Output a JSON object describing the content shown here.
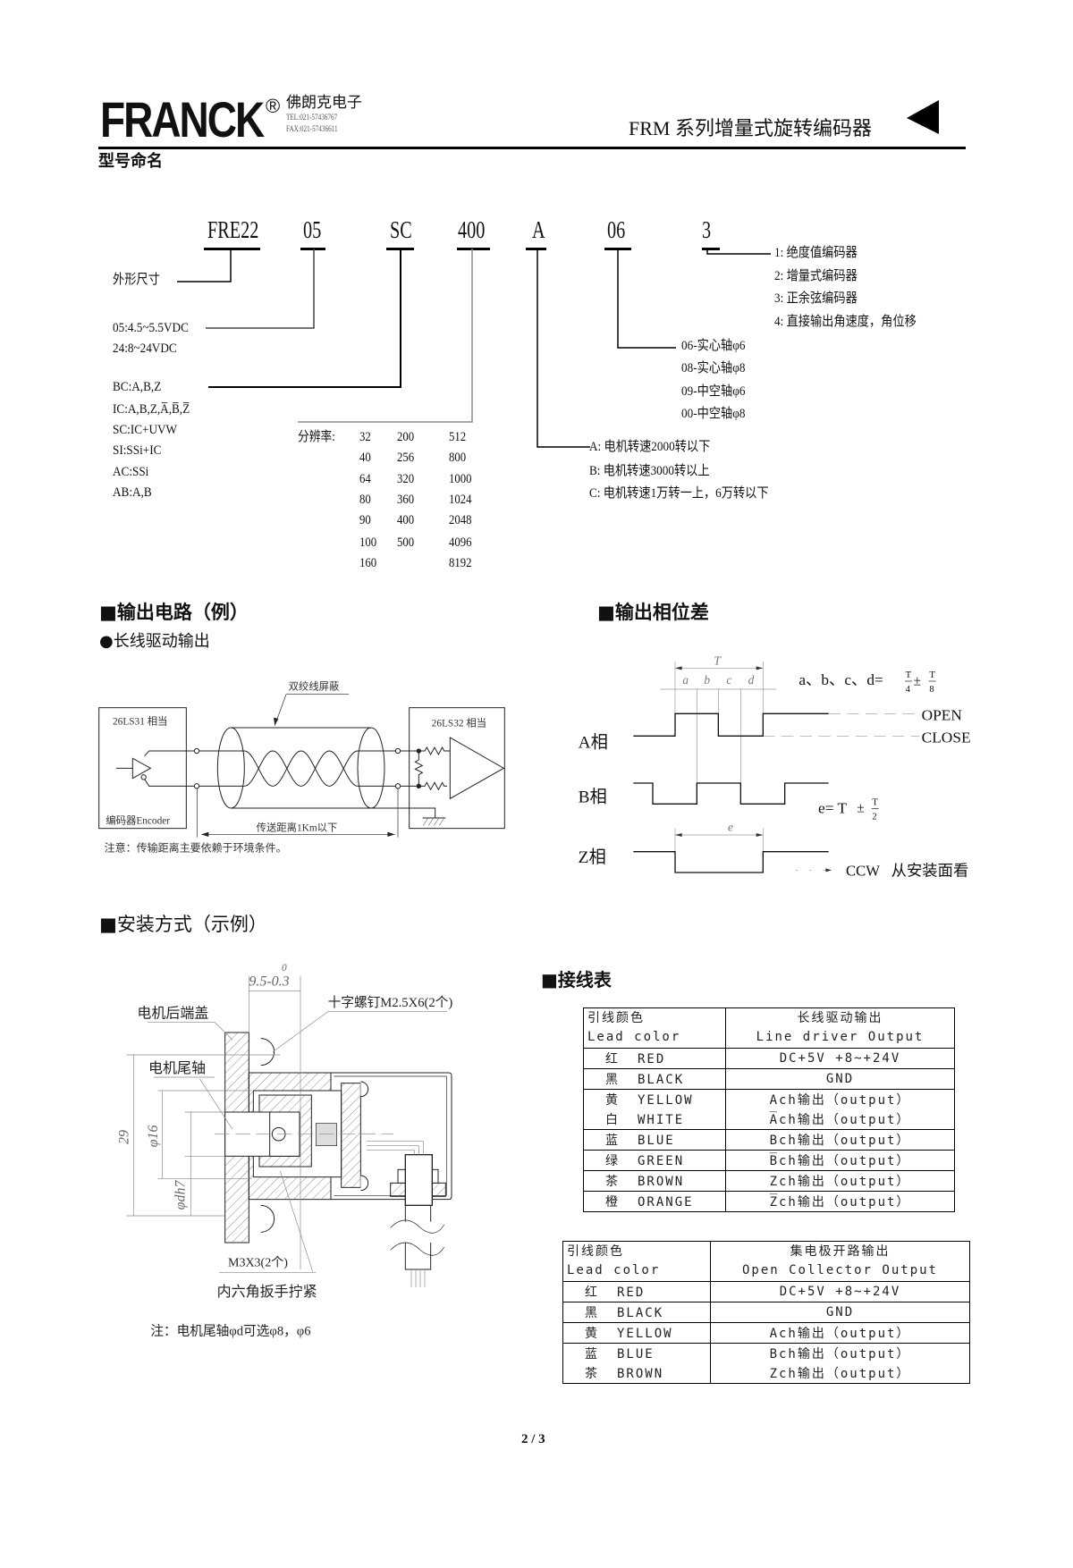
{
  "header": {
    "logo": "FRANCK",
    "registered": "®",
    "company": "佛朗克电子",
    "tel": "TEL:021-57436767",
    "fax": "FAX:021-57436611",
    "title": "FRM 系列增量式旋转编码器"
  },
  "model": {
    "heading": "型号命名",
    "tokens": [
      "FRE22",
      "05",
      "SC",
      "400",
      "A",
      "06",
      "3"
    ],
    "size_label": "外形尺寸",
    "voltage": [
      "05:4.5~5.5VDC",
      "24:8~24VDC"
    ],
    "signals": [
      "BC:A,B,Z",
      "IC:A,B,Z,A̅,B̅,Z̅",
      "SC:IC+UVW",
      "SI:SSi+IC",
      "AC:SSi",
      "AB:A,B"
    ],
    "resolution_label": "分辨率:",
    "resolution_cols": [
      [
        "32",
        "40",
        "64",
        "80",
        "90",
        "100",
        "160"
      ],
      [
        "200",
        "256",
        "320",
        "360",
        "400",
        "500"
      ],
      [
        "512",
        "800",
        "1000",
        "1024",
        "2048",
        "4096",
        "8192"
      ]
    ],
    "speed": [
      "A: 电机转速2000转以下",
      "B: 电机转速3000转以上",
      "C: 电机转速1万转一上，6万转以下"
    ],
    "shaft": [
      "06-实心轴φ6",
      "08-实心轴φ8",
      "09-中空轴φ6",
      "00-中空轴φ8"
    ],
    "type": [
      "1:  绝度值编码器",
      "2:  增量式编码器",
      "3: 正余弦编码器",
      "4: 直接输出角速度，角位移"
    ]
  },
  "circuit": {
    "heading": "■输出电路（例）",
    "subheading": "●长线驱动输出",
    "shield": "双绞线屏蔽",
    "driver": "26LS31  相当",
    "receiver": "26LS32  相当",
    "encoder": "编码器Encoder",
    "distance": "传送距离1Km以下",
    "note": "注意：传输距离主要依赖于环境条件。"
  },
  "phase": {
    "heading": "■输出相位差",
    "a_phase": "A相",
    "b_phase": "B相",
    "z_phase": "Z相",
    "T": "T",
    "a": "a",
    "b": "b",
    "c": "c",
    "d": "d",
    "e": "e",
    "abcd_formula": "a、b、c、d=",
    "frac_num": "T",
    "frac_den1": "4",
    "frac_den2": "8",
    "pm": "±",
    "e_formula": "e= T",
    "e_den": "2",
    "open": "OPEN",
    "close": "CLOSE",
    "ccw": "CCW",
    "view": "从安装面看"
  },
  "mounting": {
    "heading": "■安装方式（示例）",
    "dim_top": "9.5-0.3",
    "dim_top_sup": "0",
    "end_cover": "电机后端盖",
    "screw": "十字螺钉M2.5X6(2个)",
    "tail_shaft": "电机尾轴",
    "dim_29": "29",
    "dim_16": "φ16",
    "dim_d": "φdh7",
    "set_screw": "M3X3(2个)",
    "hex_wrench": "内六角扳手拧紧",
    "note": "注：电机尾轴φd可选φ8，φ6"
  },
  "wiring": {
    "heading": "■接线表",
    "line_driver": {
      "h1_cn": "引线颜色",
      "h1_en": "Lead color",
      "h2_cn": "长线驱动输出",
      "h2_en": "Line driver Output",
      "rows": [
        {
          "cn": "红",
          "en": "RED",
          "out": "DC+5V   +8~+24V"
        },
        {
          "cn": "黑",
          "en": "BLACK",
          "out": "GND"
        },
        {
          "cn": "黄",
          "en": "YELLOW",
          "out": "Ach输出（output）"
        },
        {
          "cn": "白",
          "en": "WHITE",
          "out": "A̅ch输出（output）"
        },
        {
          "cn": "蓝",
          "en": "BLUE",
          "out": "Bch输出（output）"
        },
        {
          "cn": "绿",
          "en": "GREEN",
          "out": "B̅ch输出（output）"
        },
        {
          "cn": "茶",
          "en": "BROWN",
          "out": "Zch输出（output）"
        },
        {
          "cn": "橙",
          "en": "ORANGE",
          "out": "Z̅ch输出（output）"
        }
      ]
    },
    "open_collector": {
      "h1_cn": "引线颜色",
      "h1_en": "Lead color",
      "h2_cn": "集电极开路输出",
      "h2_en": "Open Collector Output",
      "rows": [
        {
          "cn": "红",
          "en": "RED",
          "out": "DC+5V   +8~+24V"
        },
        {
          "cn": "黑",
          "en": "BLACK",
          "out": "GND"
        },
        {
          "cn": "黄",
          "en": "YELLOW",
          "out": "Ach输出（output）"
        },
        {
          "cn": "蓝",
          "en": "BLUE",
          "out": "Bch输出（output）"
        },
        {
          "cn": "茶",
          "en": "BROWN",
          "out": "Zch输出（output）"
        }
      ]
    }
  },
  "footer": {
    "page": "2 / 3"
  }
}
